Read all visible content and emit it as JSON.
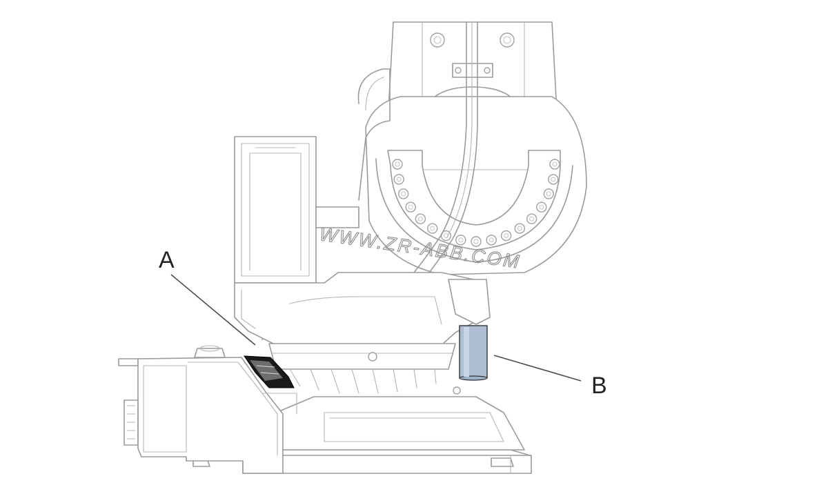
{
  "callouts": {
    "a": {
      "label": "A"
    },
    "b": {
      "label": "B"
    }
  },
  "watermark": "WWW.ZR-ABB.COM",
  "colors": {
    "line": "#9a9a9a",
    "part_a": "#1a1a1a",
    "part_b": "#aebfd4",
    "leader": "#4a4a4a"
  }
}
